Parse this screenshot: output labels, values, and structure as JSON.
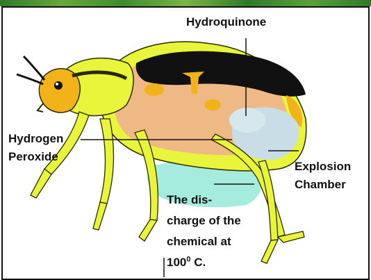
{
  "labels": {
    "hydroquinone": "Hydroquinone",
    "hydrogen_line1": "Hydrogen",
    "hydrogen_line2": "Peroxide",
    "explosion_line1": "Explosion",
    "explosion_line2": "Chamber",
    "discharge_line1": "The dis-",
    "discharge_line2": "charge of the",
    "discharge_line3": "chemical at",
    "discharge_temp_value": "100",
    "discharge_temp_exp": "0",
    "discharge_temp_unit": " C."
  },
  "colors": {
    "top_strip": "#3f8a2c",
    "body_yellow": "#e9f53a",
    "head_gold": "#f1b21a",
    "inner_tan": "#efb985",
    "wing_black": "#111111",
    "chamber_blue": "#c9dde6",
    "discharge_teal": "#a6ecde"
  }
}
